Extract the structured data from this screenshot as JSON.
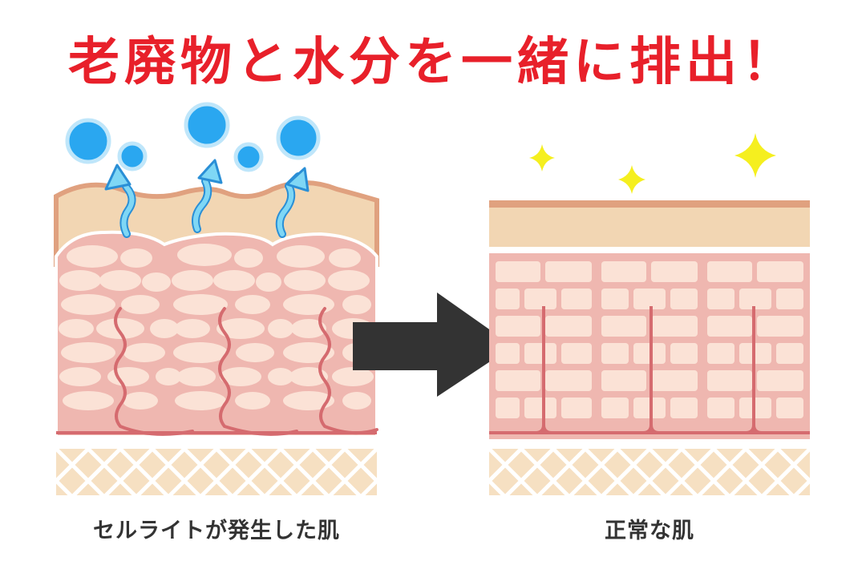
{
  "headline": "老廃物と水分を一緒に排出！",
  "captions": {
    "left": "セルライトが発生した肌",
    "right": "正常な肌"
  },
  "colors": {
    "headline": "#e8202a",
    "epidermis": "#f2d6b3",
    "epidermis_edge": "#e0a17f",
    "dermis": "#efb7b0",
    "fat_cell": "#fbe2d6",
    "vessel": "#d56b6f",
    "subcutis": "#f6e0c2",
    "subcutis_grid": "#ffffff",
    "droplet": "#2aa7f0",
    "arrow_wave": "#5cc6ee",
    "sparkle": "#f5ef1f",
    "transition_arrow": "#333333",
    "caption": "#333333"
  },
  "icons": {
    "droplets": "water-droplet-icon",
    "upward_arrows": "wavy-up-arrow-icon",
    "sparkles": "sparkle-icon",
    "transition": "right-arrow-icon"
  }
}
